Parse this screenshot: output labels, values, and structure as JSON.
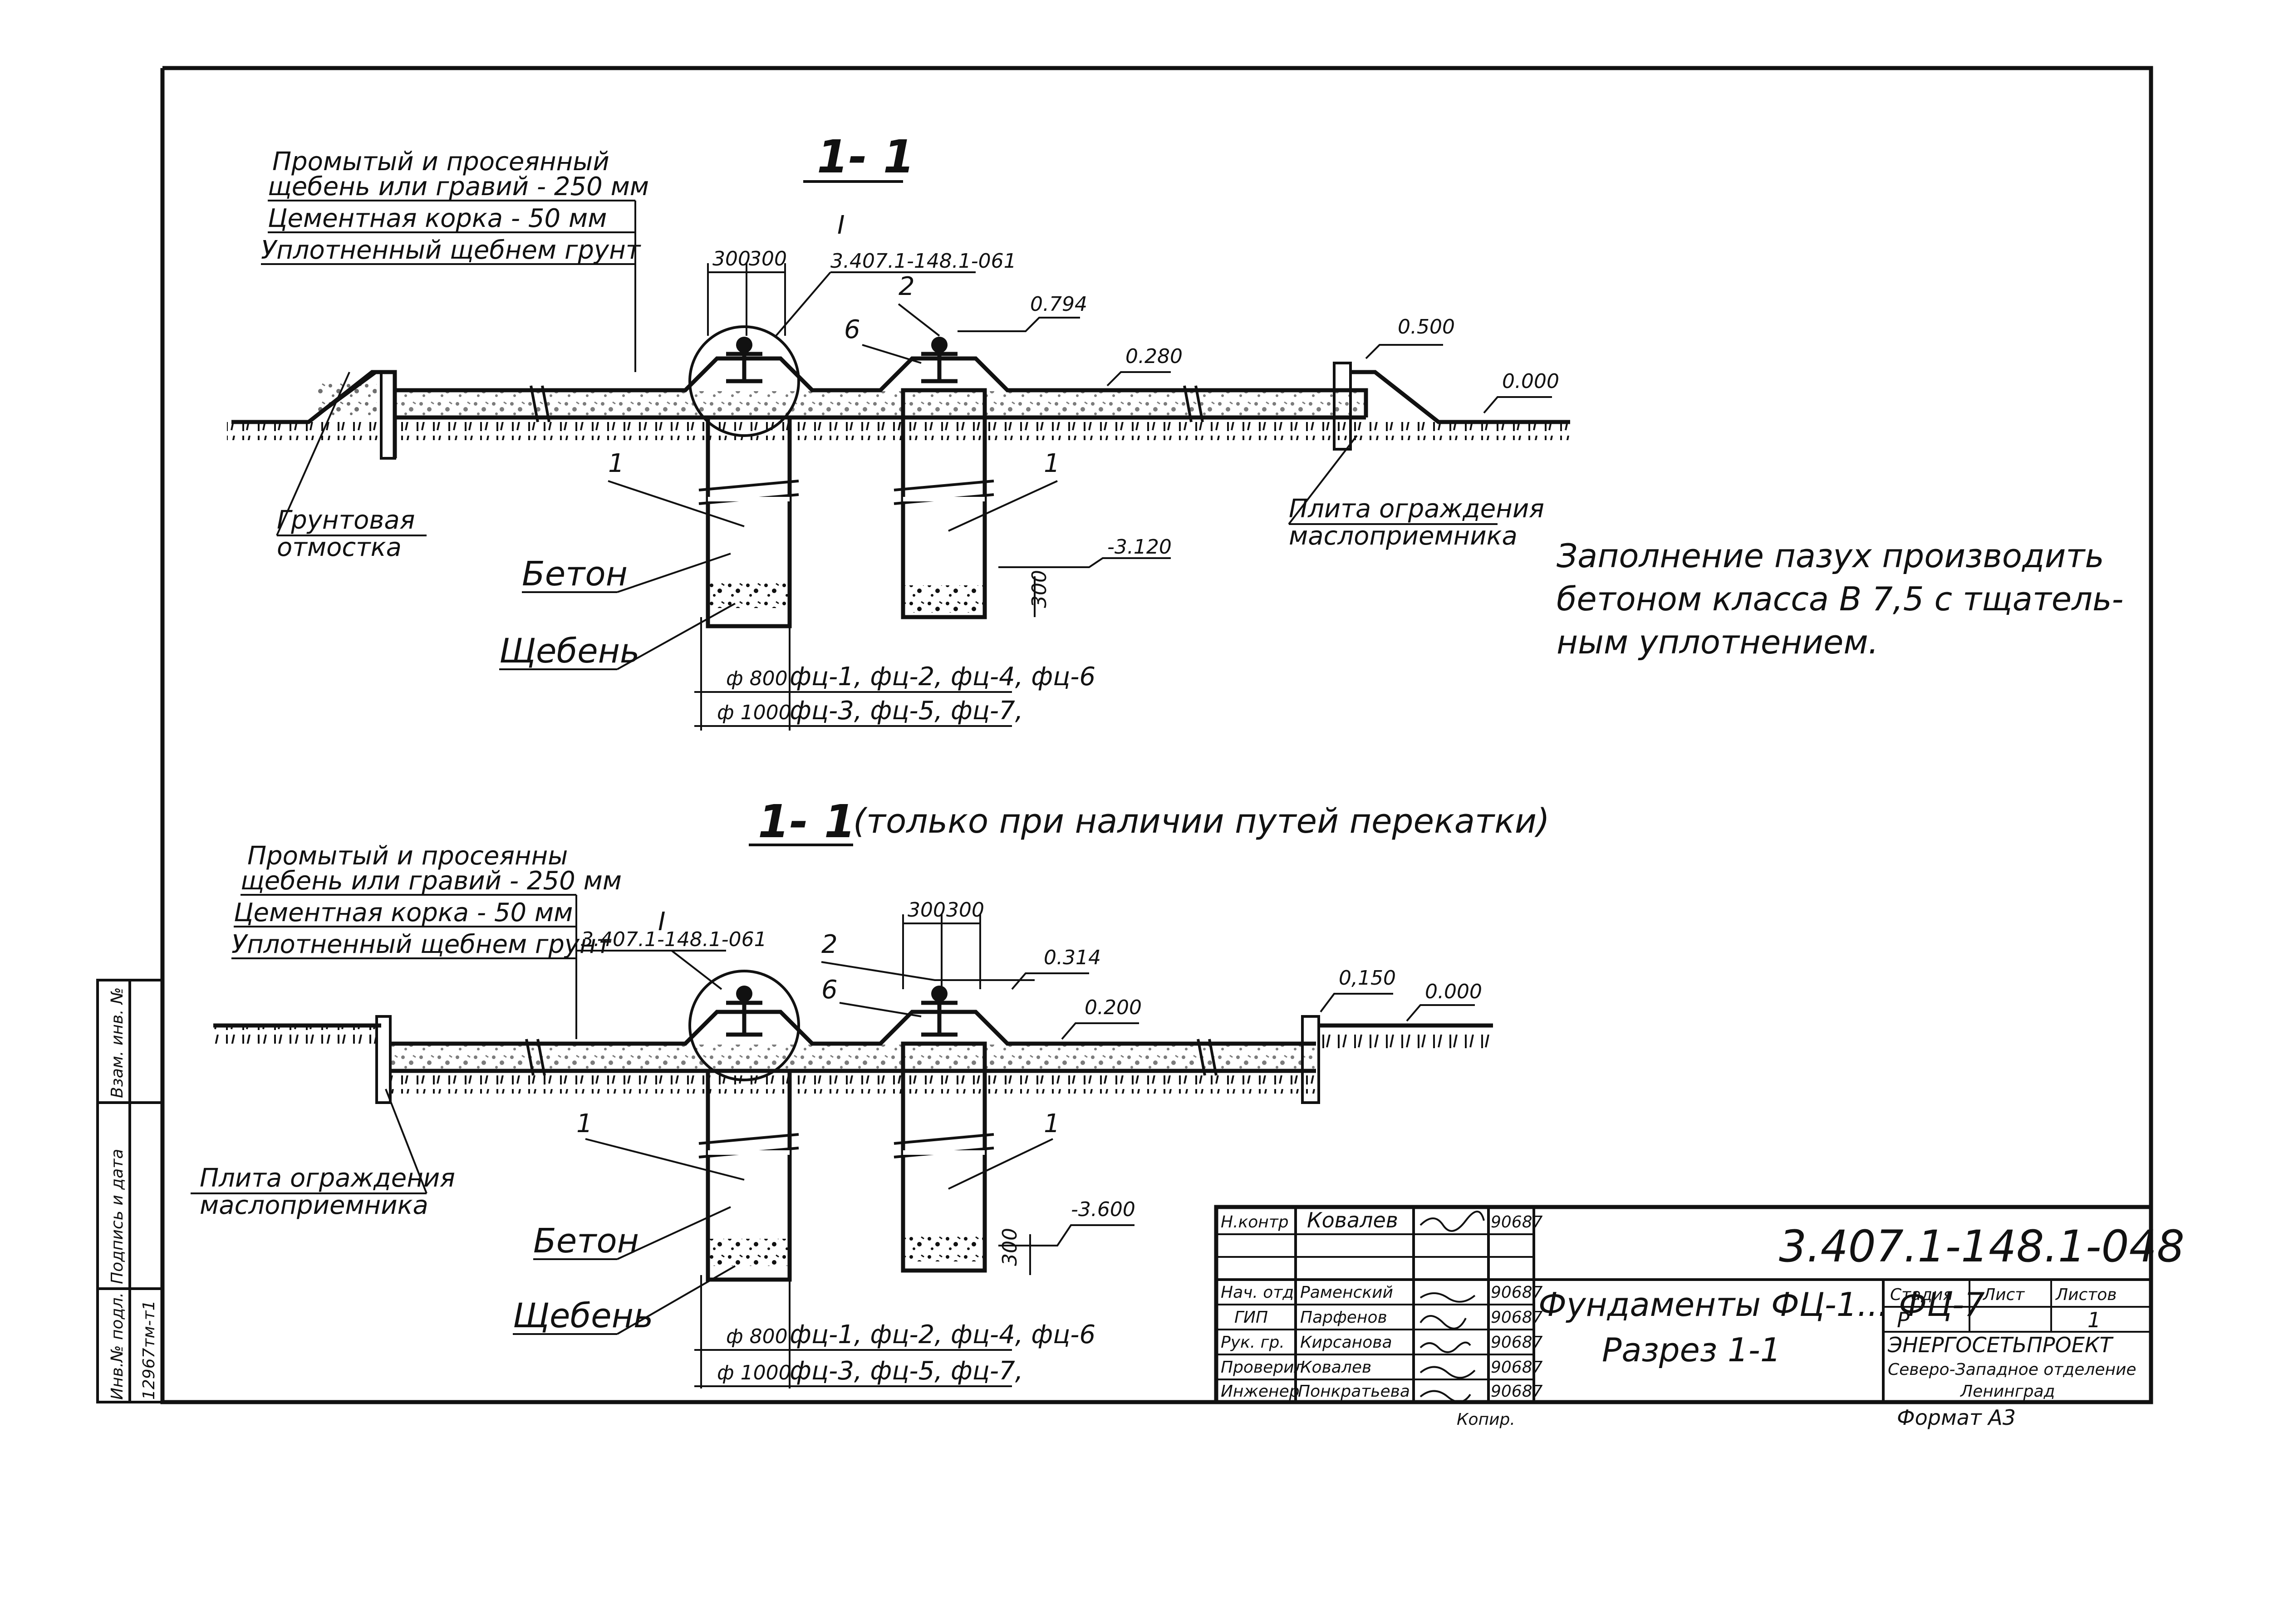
{
  "section_top": {
    "title": "1- 1",
    "layers": {
      "line1": "Промытый и просеянный",
      "line2": "щебень или гравий - 250 мм",
      "line3": "Цементная корка - 50 мм",
      "line4": "Уплотненный щебнем грунт"
    },
    "detail_mark": "I",
    "detail_ref": "3.407.1-148.1-061",
    "dim_300a": "300",
    "dim_300b": "300",
    "item2": "2",
    "item6": "6",
    "item1a": "1",
    "item1b": "1",
    "elev_0794": "0.794",
    "elev_0280": "0.280",
    "elev_0500": "0.500",
    "elev_0000": "0.000",
    "elev_m3120": "-3.120",
    "dim_300v": "300",
    "ground_label_1": "Грунтовая",
    "ground_label_2": "отмостка",
    "plate_label_1": "Плита ограждения",
    "plate_label_2": "маслоприемника",
    "beton": "Бетон",
    "scheben": "Щебень",
    "d800": "ф 800",
    "d800_types": "фц-1, фц-2, фц-4, фц-6",
    "d1000": "ф 1000",
    "d1000_types": "фц-3, фц-5, фц-7,"
  },
  "note": {
    "line1": "Заполнение пазух производить",
    "line2": "бетоном класса В 7,5 с тщатель-",
    "line3": "ным уплотнением."
  },
  "section_bottom": {
    "title": "1- 1",
    "subtitle": "(только при наличии путей перекатки)",
    "layers": {
      "line1": "Промытый и просеянны",
      "line2": "щебень или гравий - 250 мм",
      "line3": "Цементная корка - 50 мм",
      "line4": "Уплотненный щебнем грунт"
    },
    "detail_mark": "I",
    "detail_ref": "3.407.1-148.1-061",
    "dim_300a": "300",
    "dim_300b": "300",
    "item2": "2",
    "item6": "6",
    "item1a": "1",
    "item1b": "1",
    "elev_0314": "0.314",
    "elev_0200": "0.200",
    "elev_0150": "0,150",
    "elev_0000": "0.000",
    "elev_m3600": "-3.600",
    "dim_300v": "300",
    "plate_label_1": "Плита ограждения",
    "plate_label_2": "маслоприемника",
    "beton": "Бетон",
    "scheben": "Щебень",
    "d800": "ф 800",
    "d800_types": "фц-1, фц-2, фц-4, фц-6",
    "d1000": "ф 1000",
    "d1000_types": "фц-3, фц-5, фц-7,"
  },
  "side_stamp": {
    "col1_label": "Инв.№ подл.",
    "col1_value": "12967тм-т1",
    "col2_label": "Подпись и дата",
    "col3_label": "Взам. инв. №"
  },
  "title_block": {
    "rows": [
      {
        "role": "Н.контр",
        "name": "Ковалев",
        "date": "90687"
      },
      {
        "role": "Нач. отд.",
        "name": "Раменский",
        "date": "90687"
      },
      {
        "role": "ГИП",
        "name": "Парфенов",
        "date": "90687"
      },
      {
        "role": "Рук. гр.",
        "name": "Кирсанова",
        "date": "90687"
      },
      {
        "role": "Проверил",
        "name": "Ковалев",
        "date": "90687"
      },
      {
        "role": "Инженер",
        "name": "Понкратьева",
        "date": "90687"
      }
    ],
    "doc_code": "3.407.1-148.1-048",
    "name_line1": "Фундаменты ФЦ-1... ФЦ-7",
    "name_line2": "Разрез 1-1",
    "stage_label": "Стадия",
    "sheet_label": "Лист",
    "sheets_label": "Листов",
    "stage_value": "Р",
    "sheets_value": "1",
    "org1": "ЭНЕРГОСЕТЬПРОЕКТ",
    "org2": "Северо-Западное отделение",
    "org3": "Ленинград",
    "copy_label": "Копир.",
    "format_label": "Формат А3"
  }
}
